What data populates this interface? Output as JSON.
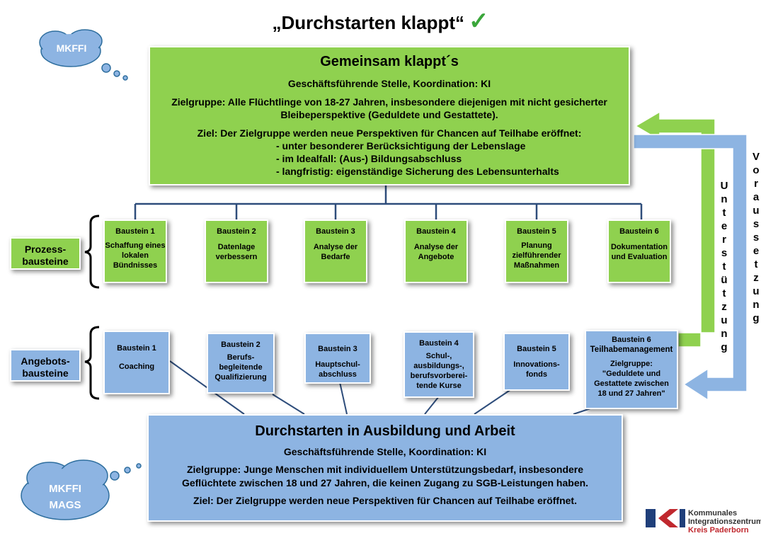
{
  "title": "„Durchstarten klappt“",
  "title_check": "✓",
  "cloud_top": "MKFFI",
  "cloud_bottom_1": "MKFFI",
  "cloud_bottom_2": "MAGS",
  "top_box": {
    "heading": "Gemeinsam klappt´s",
    "line1": "Geschäftsführende Stelle, Koordination:  KI",
    "line2a": "Zielgruppe: Alle Flüchtlinge von 18-27 Jahren, insbesondere diejenigen mit nicht gesicherter",
    "line2b": "Bleibeperspektive (Geduldete und Gestattete).",
    "line3": "Ziel: Der Zielgruppe werden neue Perspektiven für Chancen auf Teilhabe eröffnet:",
    "bullets": [
      "- unter besonderer Berücksichtigung der Lebenslage",
      "- im Idealfall: (Aus-) Bildungsabschluss",
      "- langfristig: eigenständige Sicherung des Lebensunterhalts"
    ]
  },
  "process_label": [
    "Prozess-",
    "bausteine"
  ],
  "process_blocks": [
    {
      "title": "Baustein 1",
      "text": [
        "Schaffung eines",
        "lokalen",
        "Bündnisses"
      ]
    },
    {
      "title": "Baustein 2",
      "text": [
        "Datenlage",
        "verbessern"
      ]
    },
    {
      "title": "Baustein 3",
      "text": [
        "Analyse der",
        "Bedarfe"
      ]
    },
    {
      "title": "Baustein 4",
      "text": [
        "Analyse der",
        "Angebote"
      ]
    },
    {
      "title": "Baustein 5",
      "text": [
        "Planung",
        "zielführender",
        "Maßnahmen"
      ]
    },
    {
      "title": "Baustein 6",
      "text": [
        "Dokumentation",
        "und Evaluation"
      ]
    }
  ],
  "offer_label": [
    "Angebots-",
    "bausteine"
  ],
  "offer_blocks": [
    {
      "title": "Baustein 1",
      "text": [
        "Coaching"
      ]
    },
    {
      "title": "Baustein 2",
      "text": [
        "Berufs-",
        "begleitende",
        "Qualifizierung"
      ]
    },
    {
      "title": "Baustein 3",
      "text": [
        "Hauptschul-",
        "abschluss"
      ]
    },
    {
      "title": "Baustein 4",
      "text": [
        "Schul-,",
        "ausbildungs-,",
        "berufsvorberei-",
        "tende Kurse"
      ]
    },
    {
      "title": "Baustein 5",
      "text": [
        "Innovations-",
        "fonds"
      ]
    },
    {
      "title": "Baustein 6",
      "text": [
        "Teilhabemanagement",
        "Zielgruppe:",
        "\"Geduldete und",
        "Gestattete zwischen",
        "18 und 27 Jahren\""
      ]
    }
  ],
  "vertical_1": "Unterstützung",
  "vertical_2": "Voraussetzung",
  "bottom_box": {
    "heading": "Durchstarten in Ausbildung und Arbeit",
    "line1": "Geschäftsführende Stelle, Koordination:  KI",
    "line2a": "Zielgruppe: Junge Menschen mit individuellem Unterstützungsbedarf, insbesondere",
    "line2b": "Geflüchtete zwischen 18 und 27 Jahren, die keinen Zugang zu SGB-Leistungen haben.",
    "line3": "Ziel: Der Zielgruppe werden neue Perspektiven für Chancen auf Teilhabe eröffnet."
  },
  "logo": {
    "line1": "Kommunales",
    "line2": "Integrationszentrum",
    "line3": "Kreis Paderborn"
  },
  "colors": {
    "green": "#8fd14f",
    "blue": "#8db4e2",
    "connector": "#2e4d7b",
    "check": "#3aa63a",
    "logo_red": "#c0282e"
  }
}
